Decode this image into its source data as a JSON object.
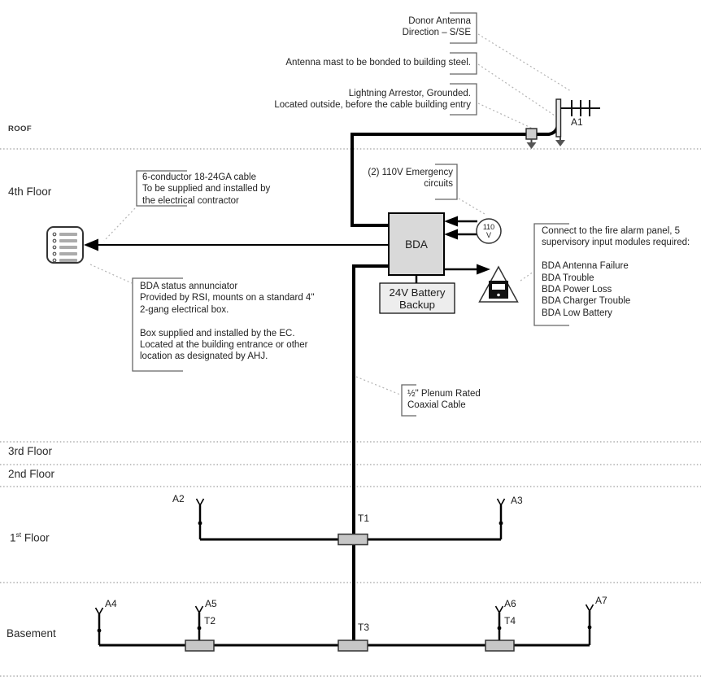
{
  "diagram": {
    "floors": {
      "roof": "ROOF",
      "floor4": "4th Floor",
      "floor3": "3rd Floor",
      "floor2": "2nd Floor",
      "floor1_num": "1",
      "floor1_sup": "st",
      "floor1_rest": " Floor",
      "basement": "Basement"
    },
    "callouts": {
      "donor": "Donor Antenna\nDirection – S/SE",
      "mast": "Antenna mast to be bonded to building steel.",
      "arrestor": "Lightning Arrestor, Grounded.\nLocated outside, before the cable building entry",
      "conductor": "6-conductor 18-24GA cable\nTo be supplied and installed by\nthe electrical contractor",
      "emergency": "(2) 110V Emergency\ncircuits",
      "fire_alarm": "Connect to the fire alarm panel, 5\nsupervisory input modules required:\n\nBDA Antenna Failure\nBDA Trouble\nBDA Power Loss\nBDA Charger Trouble\nBDA Low Battery",
      "status_annunciator": "BDA status annunciator\nProvided by RSI, mounts on a standard 4\"\n2-gang electrical box.\n\nBox supplied and installed by the EC.\nLocated at the building entrance or other\nlocation as designated by AHJ.",
      "plenum": "½\" Plenum Rated\nCoaxial Cable"
    },
    "components": {
      "bda": "BDA",
      "battery": "24V Battery\nBackup",
      "power": "110\nV"
    },
    "antennas": [
      "A1",
      "A2",
      "A3",
      "A4",
      "A5",
      "A6",
      "A7"
    ],
    "taps": [
      "T1",
      "T2",
      "T3",
      "T4"
    ],
    "colors": {
      "line": "#000000",
      "bda_fill": "#d9d9d9",
      "battery_fill": "#ededed",
      "tap_fill": "#c6c6c6",
      "leader": "#b3b3b3",
      "floor_line": "#9e9e9e"
    }
  }
}
